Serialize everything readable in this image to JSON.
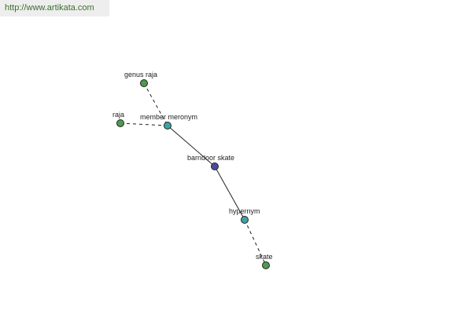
{
  "watermark": "http://www.artikata.com",
  "colors": {
    "word": "#4f9a4f",
    "relation": "#3fa3a3",
    "root": "#4a4aa0"
  },
  "nodes": {
    "genus_raja": {
      "label": "genus raja",
      "kind": "word"
    },
    "raja": {
      "label": "raja",
      "kind": "word"
    },
    "member_meronym": {
      "label": "member meronym",
      "kind": "relation"
    },
    "barndoor_skate": {
      "label": "barndoor skate",
      "kind": "root"
    },
    "hypernym": {
      "label": "hypernym",
      "kind": "relation"
    },
    "skate": {
      "label": "skate",
      "kind": "word"
    }
  },
  "edges": [
    {
      "from": "genus_raja",
      "to": "member_meronym",
      "style": "dashed"
    },
    {
      "from": "raja",
      "to": "member_meronym",
      "style": "dashed"
    },
    {
      "from": "member_meronym",
      "to": "barndoor_skate",
      "style": "solid"
    },
    {
      "from": "barndoor_skate",
      "to": "hypernym",
      "style": "solid"
    },
    {
      "from": "hypernym",
      "to": "skate",
      "style": "dashed"
    }
  ]
}
